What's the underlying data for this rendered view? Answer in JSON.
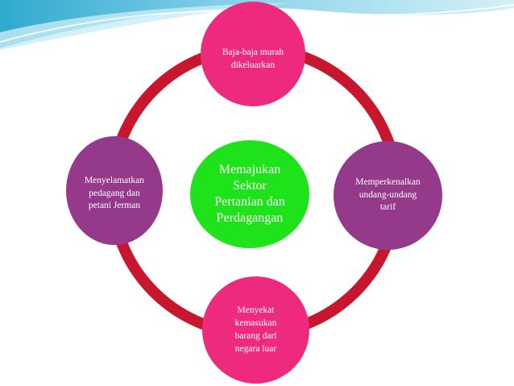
{
  "diagram": {
    "center": {
      "label": "Memajukan\nSektor\nPertanian dan\nPerdagangan",
      "color": "#1ee31a"
    },
    "nodes": [
      {
        "id": "top",
        "label": "Baja-baja murah\ndikeluarkan",
        "color": "#ee2a7f"
      },
      {
        "id": "right",
        "label": "Memperkenalkan\nundang-undang\ntarif",
        "color": "#953a8a"
      },
      {
        "id": "bottom",
        "label": "Menyekat\nkemasukan\nbarang dari\nnegara luar",
        "color": "#ee2a7f"
      },
      {
        "id": "left",
        "label": "Menyelamatkan\npedagang dan\npetani Jerman",
        "color": "#953a8a"
      }
    ],
    "ring_color": "#c8162e"
  }
}
